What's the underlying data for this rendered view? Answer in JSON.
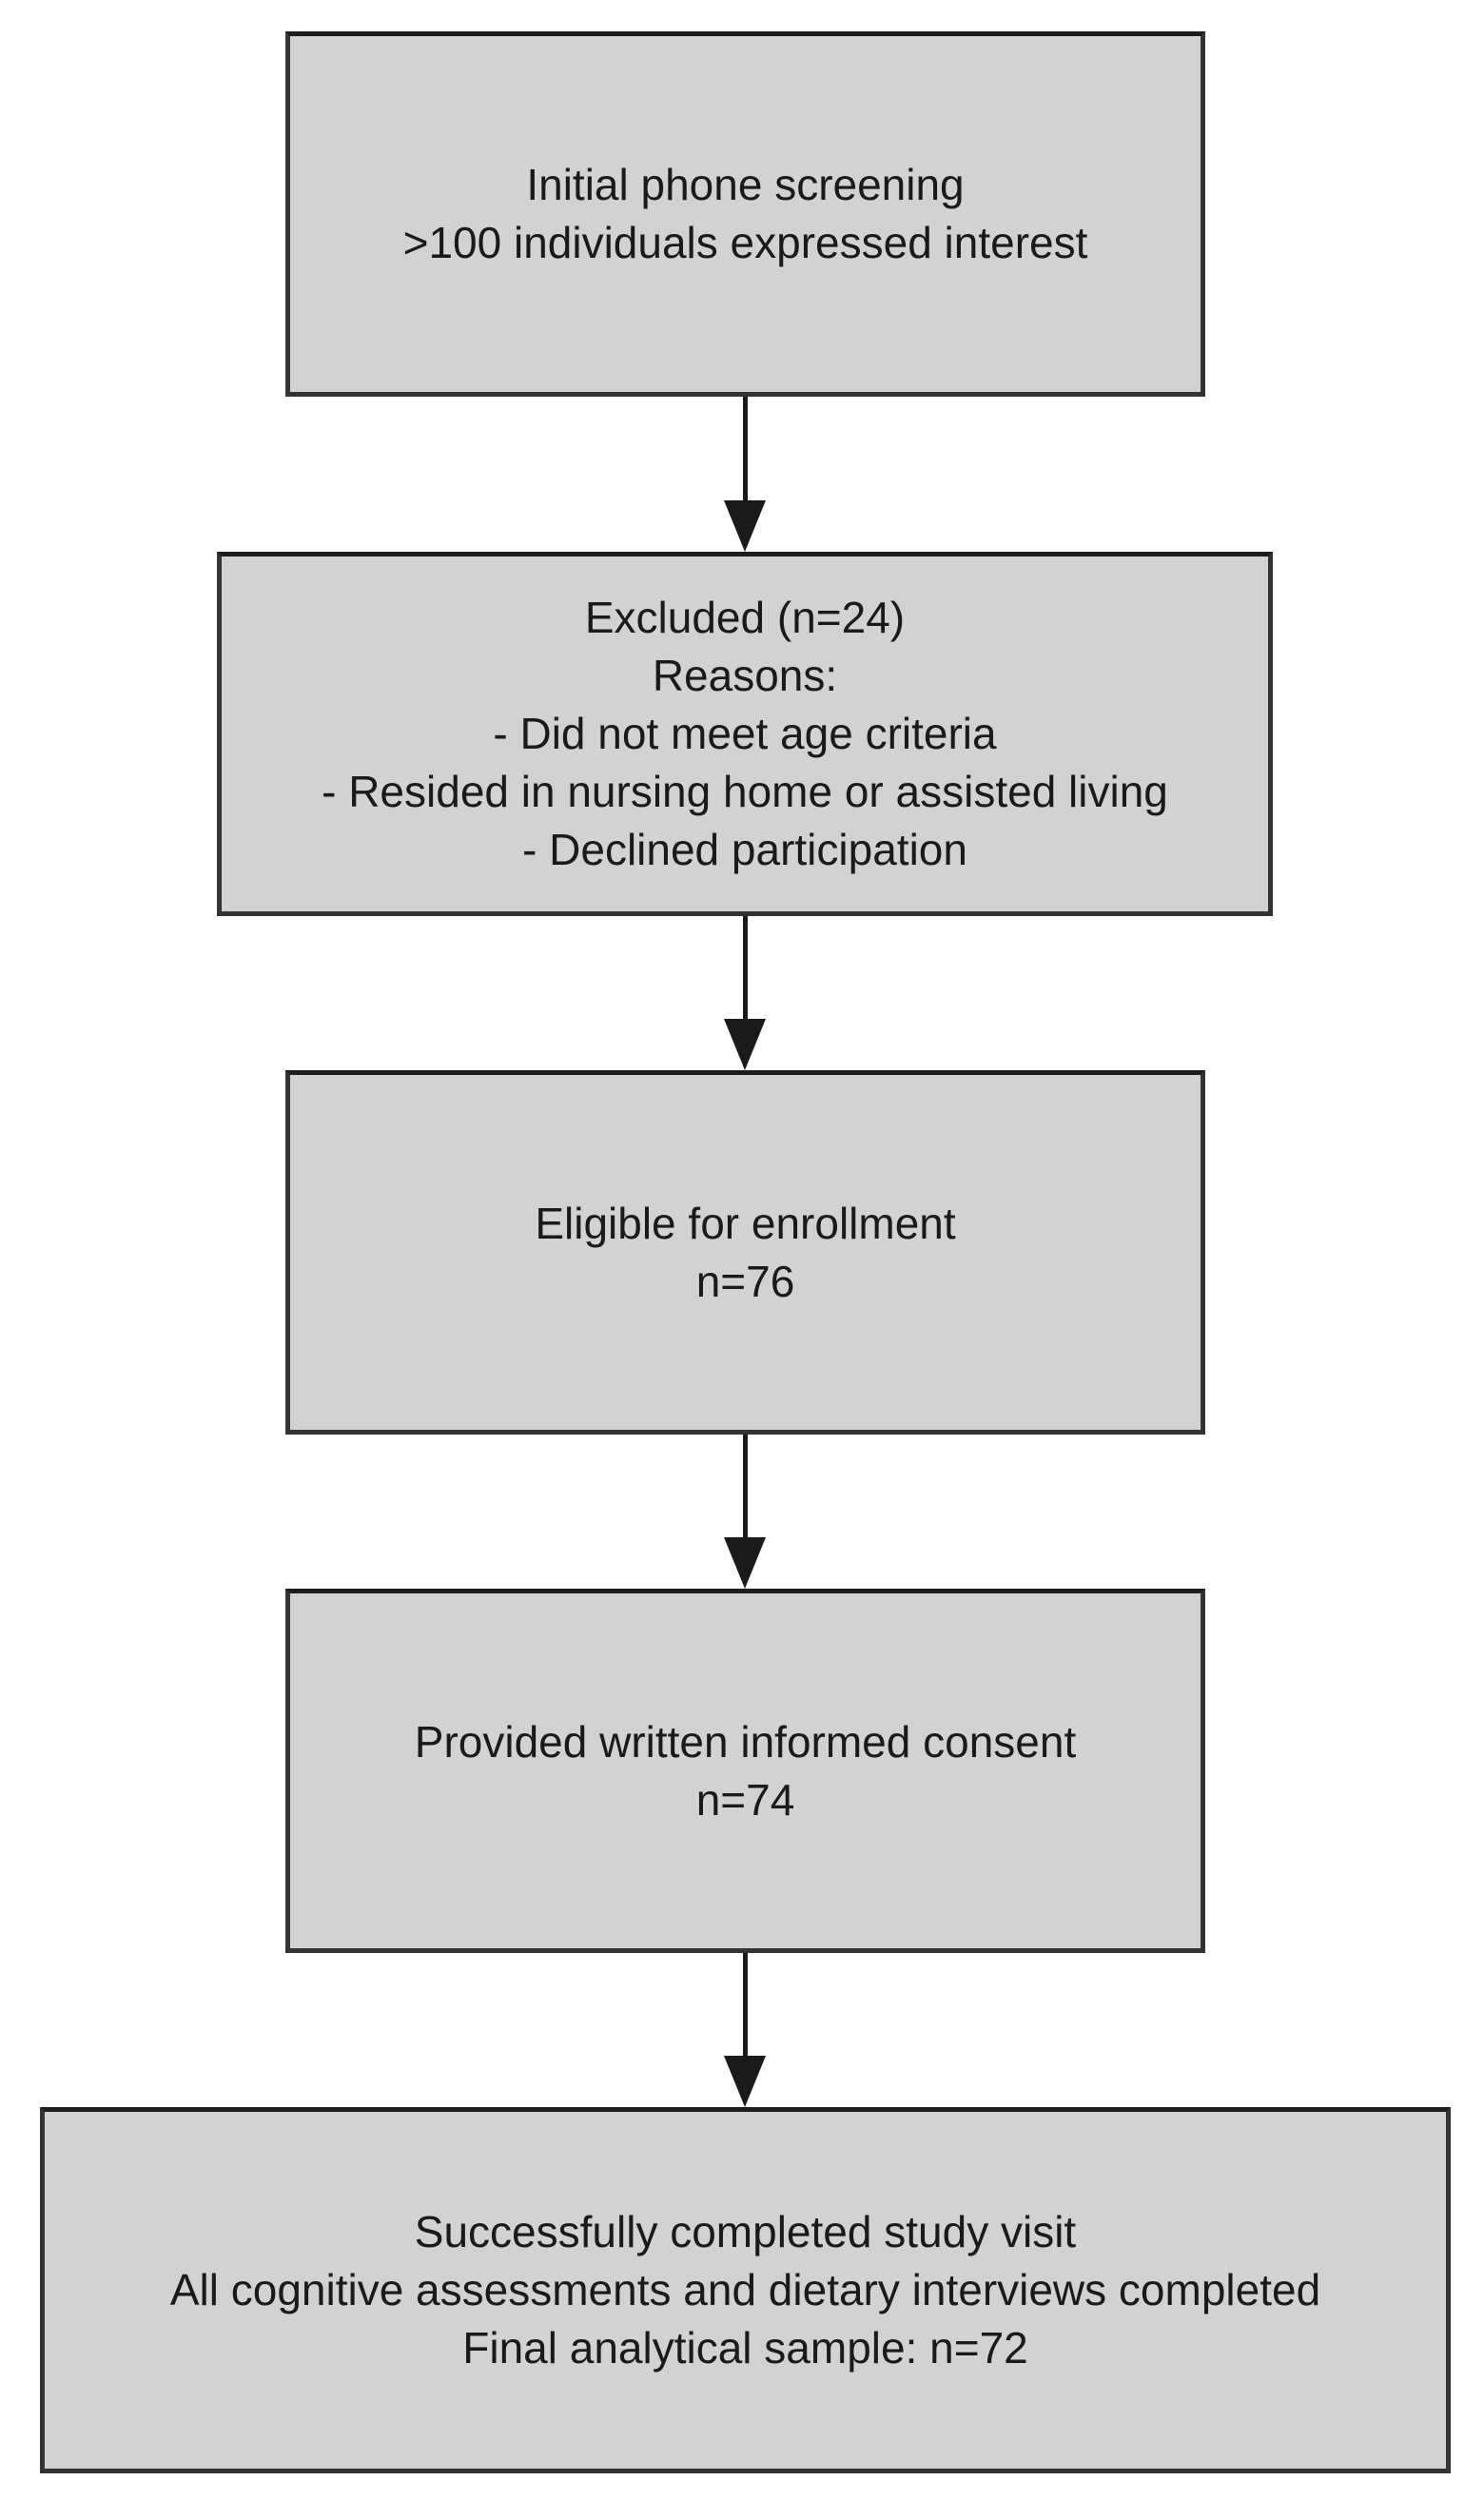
{
  "style": {
    "background": "#ffffff",
    "box_fill": "#d2d2d2",
    "box_border": "#333333",
    "text_color": "#1a1a1a",
    "arrow_color": "#1a1a1a"
  },
  "diagram": {
    "type": "participant-flow",
    "nodes": [
      {
        "id": "initial-screening",
        "lines": [
          "Initial phone screening",
          ">100 individuals expressed interest"
        ]
      },
      {
        "id": "excluded",
        "lines": [
          "Excluded (n=24)",
          "Reasons:",
          "- Did not meet age criteria",
          "- Resided in nursing home or assisted living",
          "- Declined participation"
        ]
      },
      {
        "id": "eligible",
        "lines": [
          "Eligible for enrollment",
          "n=76"
        ]
      },
      {
        "id": "consented",
        "lines": [
          "Provided written informed consent",
          "n=74"
        ]
      },
      {
        "id": "completed",
        "lines": [
          "Successfully completed study visit",
          "All cognitive assessments and dietary interviews completed",
          "Final analytical sample: n=72"
        ]
      }
    ],
    "arrows": [
      {
        "from": "initial-screening",
        "to": "excluded"
      },
      {
        "from": "excluded",
        "to": "eligible"
      },
      {
        "from": "eligible",
        "to": "consented"
      },
      {
        "from": "consented",
        "to": "completed"
      }
    ]
  }
}
